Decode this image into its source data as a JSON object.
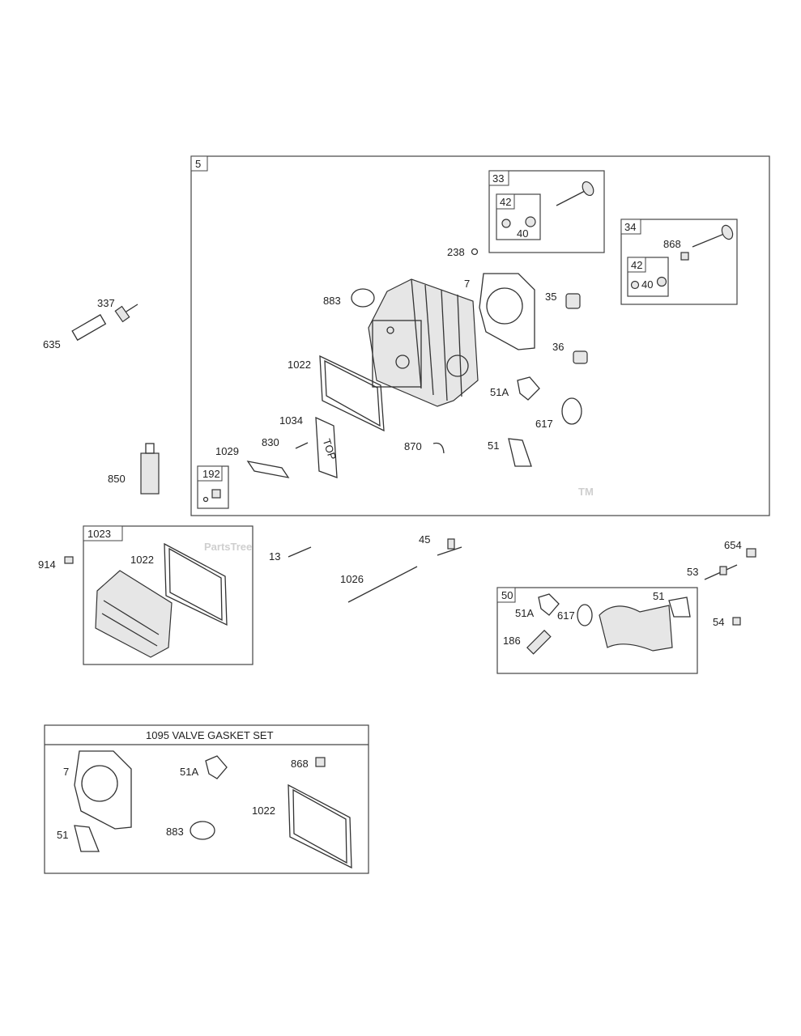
{
  "labels": {
    "l5": "5",
    "l33": "33",
    "l42a": "42",
    "l40a": "40",
    "l34": "34",
    "l868a": "868",
    "l42b": "42",
    "l40b": "40",
    "l238": "238",
    "l7a": "7",
    "l35": "35",
    "l883a": "883",
    "l36": "36",
    "l337": "337",
    "l635": "635",
    "l1022a": "1022",
    "l51Aa": "51A",
    "l617a": "617",
    "l1034": "1034",
    "l830": "830",
    "l1029": "1029",
    "l870": "870",
    "l51a": "51",
    "l850": "850",
    "l192": "192",
    "l1023": "1023",
    "l1022b": "1022",
    "l914": "914",
    "l13": "13",
    "l45": "45",
    "l1026": "1026",
    "l654": "654",
    "l53": "53",
    "l50": "50",
    "l51Ab": "51A",
    "l617b": "617",
    "l51b": "51",
    "l186": "186",
    "l54": "54",
    "l7b": "7",
    "l51Ac": "51A",
    "l868b": "868",
    "l1022c": "1022",
    "l51c": "51",
    "l883b": "883"
  },
  "kit_title": "1095 VALVE GASKET SET",
  "top_text": "TOP",
  "watermark": "PartsTree",
  "watermark_tm": "TM"
}
